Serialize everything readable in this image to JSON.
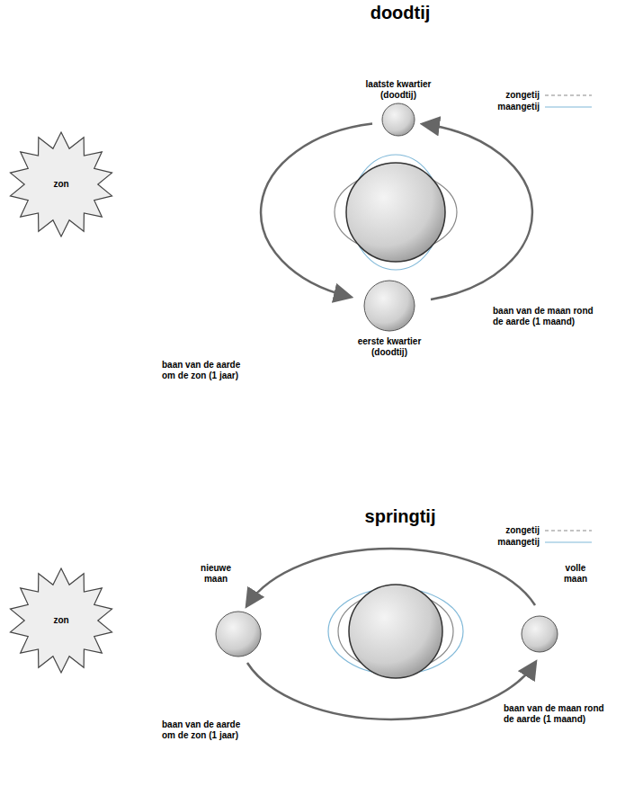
{
  "diagram": {
    "nodes": [
      {
        "text": [
          "zon"
        ]
      },
      {
        "text": [
          "zon"
        ]
      }
    ],
    "labels": [
      "doodtij",
      "laatste kwartier (doodtij)",
      "eerste kwartier (doodtij)",
      "baan van de maan rond de aarde (1 maand)",
      "baan van de aarde om de zon (1 jaar)",
      "springtij",
      "nieuwe maan",
      "volle maan",
      "baan van de maan rond de aarde (1 maand)",
      "baan van de aarde om de zon (1 jaar)"
    ],
    "legend": [
      {
        "text": "zongetij"
      },
      {
        "text": "maangetij"
      },
      {
        "text": "zongetij"
      },
      {
        "text": "maangetij"
      }
    ]
  }
}
